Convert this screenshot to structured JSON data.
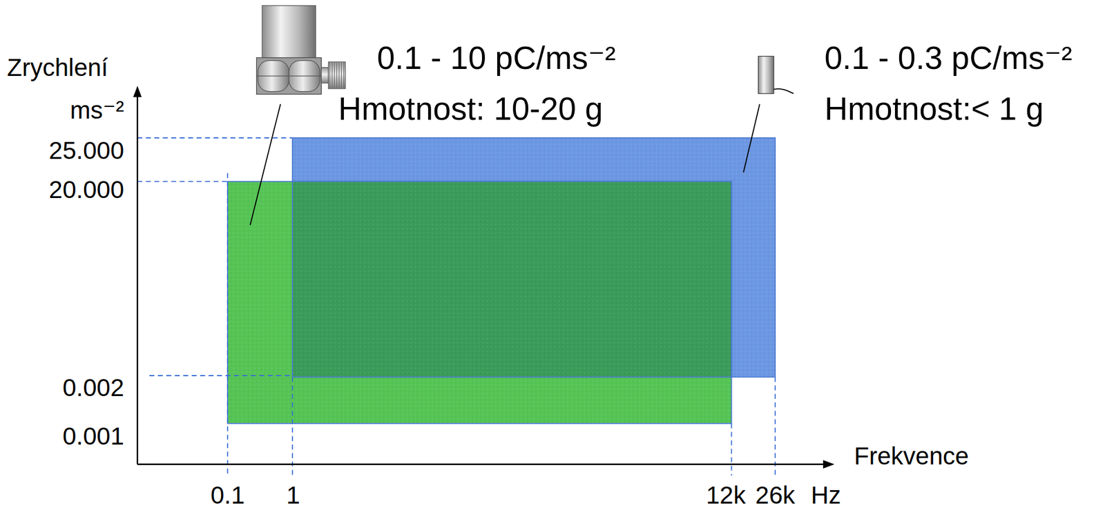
{
  "diagram": {
    "labels": [
      "0.1 - 10 pC/ms⁻²",
      "Hmotnost: 10-20 g",
      "0.1 - 0.3 pC/ms⁻²",
      "Hmotnost:< 1 g",
      "Zrychlení",
      "ms⁻²",
      "25.000",
      "20.000",
      "0.002",
      "0.001",
      "Frekvence",
      "0.1",
      "1",
      "12k",
      "26k",
      "Hz"
    ]
  }
}
